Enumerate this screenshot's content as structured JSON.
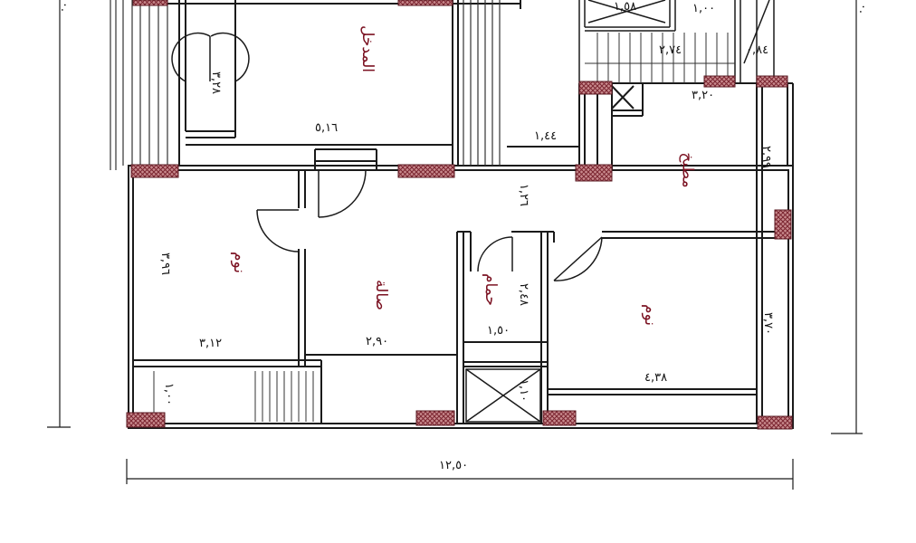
{
  "rooms": {
    "living": "المدخل",
    "kitchen": "مطبخ",
    "bedroom_left": "نوم",
    "hall": "صالة",
    "bathroom": "حمام",
    "bedroom_right": "نوم"
  },
  "dimensions": {
    "total_width": "١٢,٥٠",
    "living_width": "٥,١٦",
    "balcony_door": "٣,٢٨",
    "corridor": "١,٤٤",
    "hall_passage": "١,٢٦",
    "bedroom_left_depth": "٣,٩٦",
    "bedroom_left_width": "٣,١٢",
    "hall_width": "٢,٩٠",
    "bath_depth": "٢,٤٨",
    "bath_width": "١,٥٠",
    "shaft_depth": "١,١٠",
    "store_depth": "١,٠٠",
    "bedroom_right_width": "٤,٣٨",
    "bedroom_right_depth": "٣,٧٠",
    "kitchen_depth": "٢,٩٩",
    "kitchen_width": "٣,٢٠",
    "stair_a": "٢,٧٤",
    "stair_b": "٠,٨٤",
    "stair_c": "١,٠٠",
    "stair_d": "١,٥٨",
    "left_overall": "٠.",
    "right_overall": "٠."
  },
  "colors": {
    "wall": "#1a1a1a",
    "column_fill": "#8a2b33",
    "room_label": "#7a1020",
    "background": "#ffffff"
  }
}
